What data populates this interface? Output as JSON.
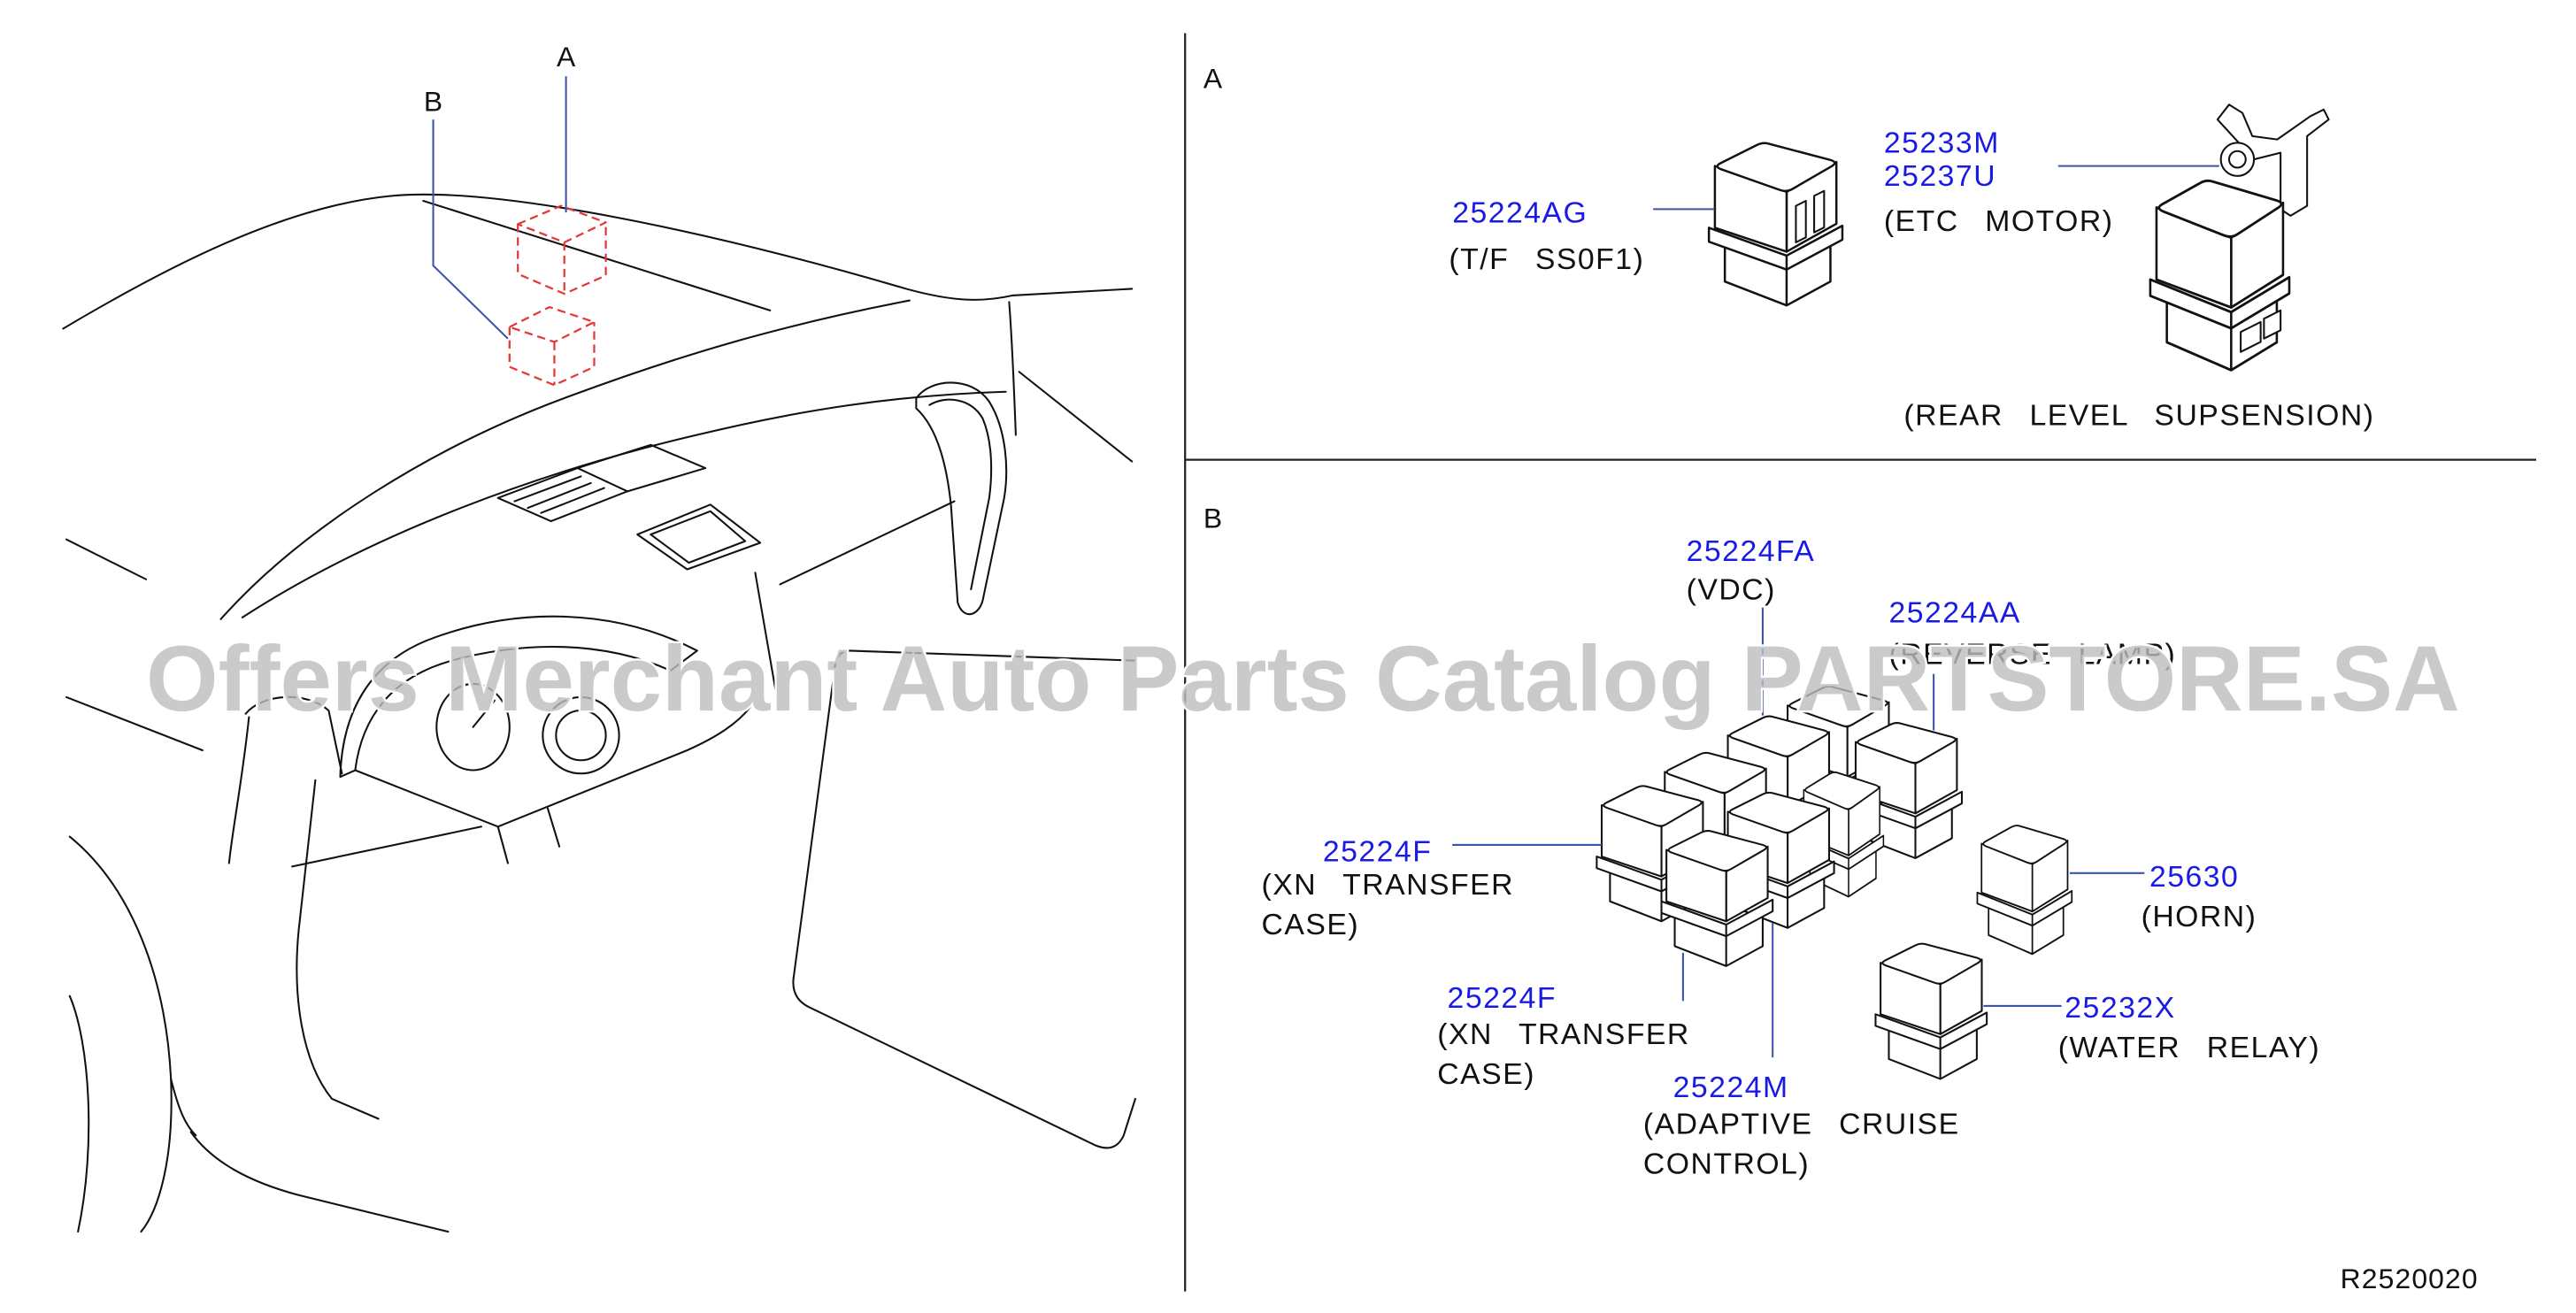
{
  "watermark": "Offers Merchant Auto Parts Catalog PARTSTORE.SA",
  "drawing_number": "R2520020",
  "colors": {
    "part_number": "#1a1ae6",
    "leader_line": "#3a55a8",
    "location_marker": "#e53935",
    "line_art": "#111111"
  },
  "overview": {
    "callout_a": "A",
    "callout_b": "B"
  },
  "section_a": {
    "label": "A",
    "parts": [
      {
        "numbers": [
          "25224AG"
        ],
        "lines": [
          "(T/F SS0F1)"
        ]
      },
      {
        "numbers": [
          "25233M",
          "25237U"
        ],
        "lines": [
          "(ETC MOTOR)"
        ],
        "note": "(REAR LEVEL SUPSENSION)"
      }
    ]
  },
  "section_b": {
    "label": "B",
    "parts": [
      {
        "number": "25224FA",
        "lines": [
          "(VDC)"
        ]
      },
      {
        "number": "25224AA",
        "lines": [
          "(REVERSE LAMP)"
        ]
      },
      {
        "number": "25224F",
        "lines": [
          "(XN TRANSFER",
          "CASE)"
        ]
      },
      {
        "number": "25224F",
        "lines": [
          "(XN TRANSFER",
          "CASE)"
        ]
      },
      {
        "number": "25224M",
        "lines": [
          "(ADAPTIVE CRUISE",
          "CONTROL)"
        ]
      },
      {
        "number": "25630",
        "lines": [
          "(HORN)"
        ]
      },
      {
        "number": "25232X",
        "lines": [
          "(WATER RELAY)"
        ]
      }
    ]
  }
}
